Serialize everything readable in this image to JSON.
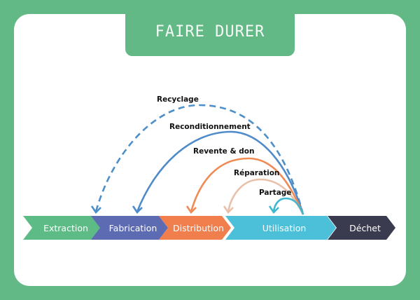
{
  "title": "FAIRE DURER",
  "stages": [
    {
      "label": "Extraction",
      "color": "#5dbb85"
    },
    {
      "label": "Fabrication",
      "color": "#5c6bb2"
    },
    {
      "label": "Distribution",
      "color": "#f17f4e"
    },
    {
      "label": "Utilisation",
      "color": "#4cbfd9"
    },
    {
      "label": "Déchet",
      "color": "#3b3b4f"
    }
  ],
  "loops": [
    {
      "label": "Recyclage",
      "color": "#4d8fc9",
      "style": "dashed"
    },
    {
      "label": "Reconditionnement",
      "color": "#4f8bc8",
      "style": "solid"
    },
    {
      "label": "Revente & don",
      "color": "#ef8a55",
      "style": "solid"
    },
    {
      "label": "Réparation",
      "color": "#e9c0a8",
      "style": "solid"
    },
    {
      "label": "Partage",
      "color": "#3fb7cf",
      "style": "solid"
    }
  ]
}
